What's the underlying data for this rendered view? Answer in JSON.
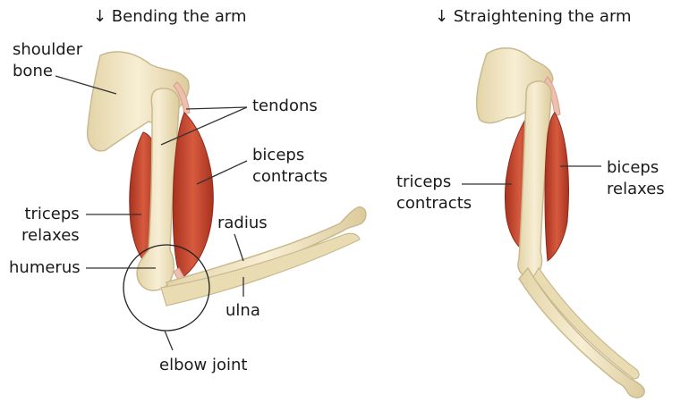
{
  "left_panel": {
    "title": "↓ Bending the arm",
    "labels": {
      "shoulder_bone": "shoulder\nbone",
      "tendons": "tendons",
      "biceps": "biceps\ncontracts",
      "triceps": "triceps\nrelaxes",
      "radius": "radius",
      "humerus": "humerus",
      "ulna": "ulna",
      "elbow_joint": "elbow joint"
    }
  },
  "right_panel": {
    "title": "↓ Straightening the arm",
    "labels": {
      "triceps": "triceps\ncontracts",
      "biceps": "biceps\nrelaxes"
    }
  },
  "colors": {
    "bone": "#f1e6c4",
    "bone_outline": "#c9b98e",
    "muscle": "#c4452f",
    "muscle_light": "#e07a5c",
    "tendon": "#eebfae",
    "leader_line": "#333333"
  }
}
